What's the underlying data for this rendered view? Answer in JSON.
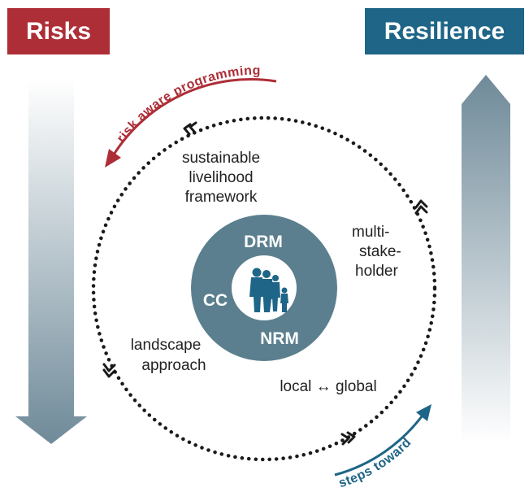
{
  "header": {
    "left_badge": "Risks",
    "right_badge": "Resilience"
  },
  "colors": {
    "risks": "#ad2e37",
    "resilience": "#1e6587",
    "core": "#5b7f8e",
    "arrow_bar": "#6f8a99"
  },
  "cycle_labels": {
    "top_left": [
      "sustainable",
      "livelihood",
      "framework"
    ],
    "right": [
      "multi-",
      "stake-",
      "holder"
    ],
    "left": [
      "landscape",
      "approach"
    ],
    "bottom": "local ↔ global"
  },
  "core": {
    "top": "DRM",
    "left": "CC",
    "bottom": "NRM",
    "center_icon": "family-icon"
  },
  "curved_labels": {
    "top": "risk aware programming",
    "bottom": "steps toward"
  },
  "side_arrows": {
    "left_icon": "arrow-down-icon",
    "right_icon": "arrow-up-icon"
  }
}
